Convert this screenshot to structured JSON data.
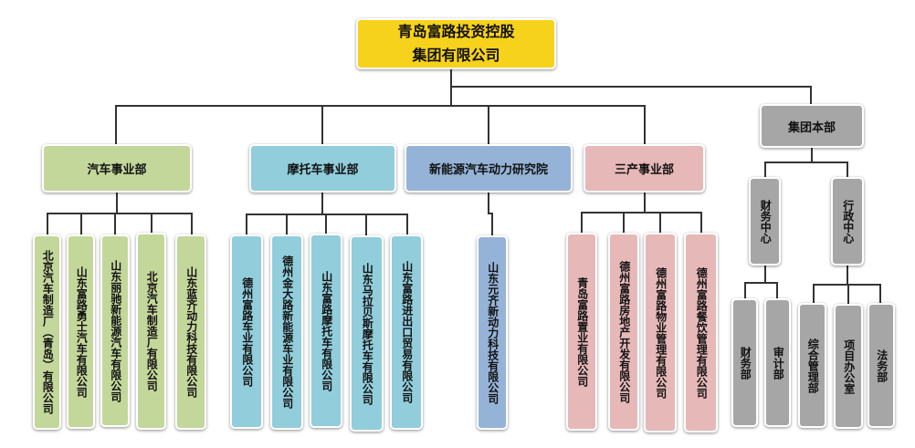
{
  "colors": {
    "root": "#f6d21c",
    "auto": "#c4d79b",
    "moto": "#92cddc",
    "newenergy": "#95b3d7",
    "tertiary": "#e6b8b7",
    "hq": "#a6a6a6",
    "connector": "#333333"
  },
  "root": {
    "line1": "青岛富路投资控股",
    "line2": "集团有限公司"
  },
  "divisions": [
    {
      "id": "auto",
      "label": "汽车事业部",
      "children": [
        "北京汽车制造厂（青岛）有限公司",
        "山东富路勇士汽车有限公司",
        "山东丽驰新能源汽车有限公司",
        "北京汽车制造厂有限公司",
        "山东蓝齐动力科技有限公司"
      ]
    },
    {
      "id": "moto",
      "label": "摩托车事业部",
      "children": [
        "德州富路车业有限公司",
        "德州金大路新能源车业有限公司",
        "山东富路摩托车有限公司",
        "山东马拉贝斯摩托车有限公司",
        "山东富路进出口贸易有限公司"
      ]
    },
    {
      "id": "newenergy",
      "label": "新能源汽车动力研究院",
      "children": [
        "山东元齐新动力科技有限公司"
      ]
    },
    {
      "id": "tertiary",
      "label": "三产事业部",
      "children": [
        "青岛富路置业有限公司",
        "德州富路房地产开发有限公司",
        "德州富路物业管理有限公司",
        "德州富路餐饮管理有限公司"
      ]
    },
    {
      "id": "hq",
      "label": "集团本部",
      "centers": [
        {
          "label": "财务中心",
          "children": [
            "财务部",
            "审计部"
          ]
        },
        {
          "label": "行政中心",
          "children": [
            "综合管理部",
            "项目办公室",
            "法务部"
          ]
        }
      ]
    }
  ]
}
